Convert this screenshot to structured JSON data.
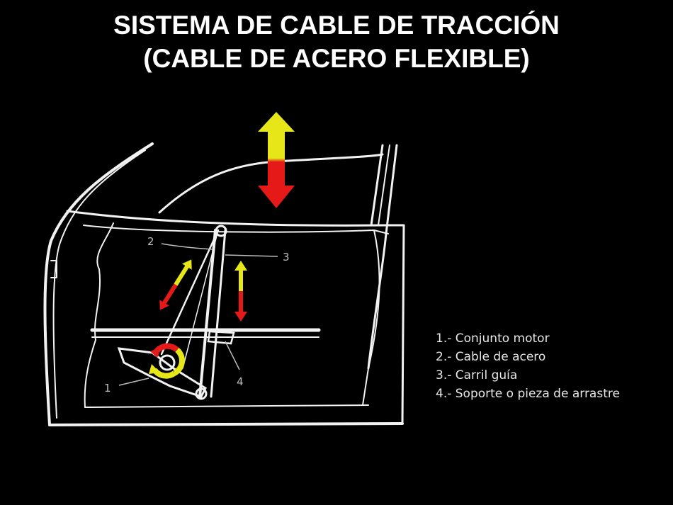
{
  "title": {
    "line1": "SISTEMA DE CABLE DE TRACCIÓN",
    "line2": "(CABLE DE ACERO FLEXIBLE)"
  },
  "callouts": {
    "c1": "1",
    "c2": "2",
    "c3": "3",
    "c4": "4"
  },
  "legend": {
    "items": [
      "1.- Conjunto motor",
      "2.- Cable de acero",
      "3.- Carril guía",
      "4.- Soporte o pieza de arrastre"
    ]
  },
  "colors": {
    "background": "#000000",
    "line": "#f2f2f2",
    "arrow_up": "#e6e619",
    "arrow_down": "#e61919"
  },
  "icons": {
    "motor": "rotation-arrow-icon",
    "window_motion": "up-down-arrow-icon"
  }
}
